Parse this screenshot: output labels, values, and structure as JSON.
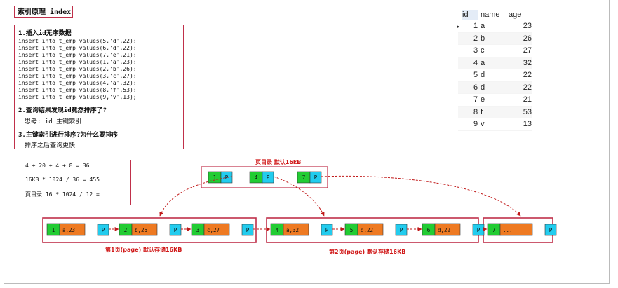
{
  "title": "索引原理 index",
  "notes": {
    "section1": "1.插入id无序数据",
    "inserts": [
      "insert into t_emp values(5,'d',22);",
      "insert into t_emp values(6,'d',22);",
      "insert into t_emp values(7,'e',21);",
      "insert into t_emp values(1,'a',23);",
      "insert into t_emp values(2,'b',26);",
      "insert into t_emp values(3,'c',27);",
      "insert into t_emp values(4,'a',32);",
      "insert into t_emp values(8,'f',53);",
      "insert into t_emp values(9,'v',13);"
    ],
    "section2": "2.查询结果发现id竟然排序了?",
    "think": "思考: id 主键索引",
    "section3": "3.主键索引进行排序?为什么要排序",
    "answer": "排序之后查询更快"
  },
  "calc": {
    "line1": "4 + 20 + 4 + 8  =  36",
    "line2": "16KB * 1024 / 36 = 455",
    "line3": "页目录 16 * 1024 /  12 ="
  },
  "table": {
    "headers": [
      "id",
      "name",
      "age"
    ],
    "rows": [
      [
        "1",
        "a",
        "23"
      ],
      [
        "2",
        "b",
        "26"
      ],
      [
        "3",
        "c",
        "27"
      ],
      [
        "4",
        "a",
        "32"
      ],
      [
        "5",
        "d",
        "22"
      ],
      [
        "6",
        "d",
        "22"
      ],
      [
        "7",
        "e",
        "21"
      ],
      [
        "8",
        "f",
        "53"
      ],
      [
        "9",
        "v",
        "13"
      ]
    ]
  },
  "diagram": {
    "directory_label": "页目录 默认16kB",
    "directory_entries": [
      {
        "key": "1",
        "ptr": "P"
      },
      {
        "key": "4",
        "ptr": "P"
      },
      {
        "key": "7",
        "ptr": "P"
      }
    ],
    "page1_label": "第1页(page) 默认存储16KB",
    "page2_label": "第2页(page) 默认存储16KB",
    "page1_records": [
      {
        "key": "1",
        "data": "a,23",
        "ptr": "P"
      },
      {
        "key": "2",
        "data": "b,26",
        "ptr": "P"
      },
      {
        "key": "3",
        "data": "c,27",
        "ptr": "P"
      }
    ],
    "page2_records": [
      {
        "key": "4",
        "data": "a,32",
        "ptr": "P"
      },
      {
        "key": "5",
        "data": "d,22",
        "ptr": "P"
      },
      {
        "key": "6",
        "data": "d,22",
        "ptr": "P"
      }
    ],
    "page3_records": [
      {
        "key": "7",
        "data": "...",
        "ptr": "P"
      }
    ],
    "colors": {
      "key": "#22cc33",
      "data": "#ee7a22",
      "ptr": "#22ccee",
      "border": "#c0304a",
      "arrow": "#c01818"
    }
  }
}
